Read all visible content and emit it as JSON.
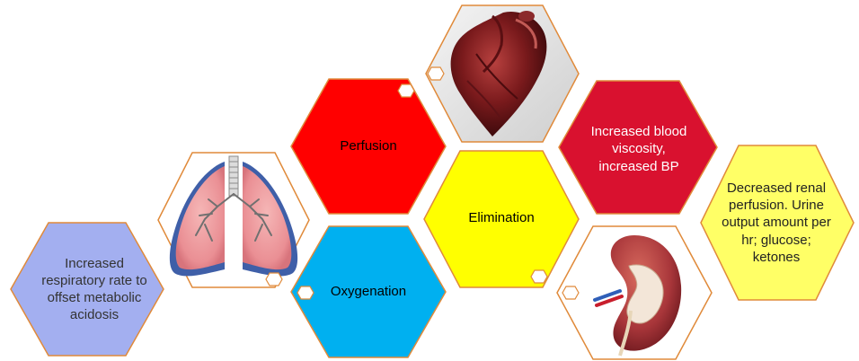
{
  "hexagons": {
    "perfusion": {
      "label": "Perfusion",
      "fill": "#ff0000"
    },
    "oxygenation": {
      "label": "Oxygenation",
      "fill": "#00b0f0"
    },
    "elimination": {
      "label": "Elimination",
      "fill": "#ffff00"
    },
    "respiratory": {
      "text": "Increased respiratory rate to offset metabolic acidosis",
      "fill": "#a3aff0"
    },
    "blood": {
      "text": "Increased blood viscosity, increased BP",
      "fill": "#d9112f"
    },
    "renal": {
      "text": "Decreased renal perfusion. Urine output amount per hr; glucose; ketones",
      "fill": "#ffff66"
    }
  },
  "images": {
    "lungs": "lungs-illustration",
    "heart": "heart-photo",
    "kidney": "kidney-illustration"
  },
  "colors": {
    "outline": "#e08a3a",
    "small_hex_outline": "#e08a3a"
  }
}
